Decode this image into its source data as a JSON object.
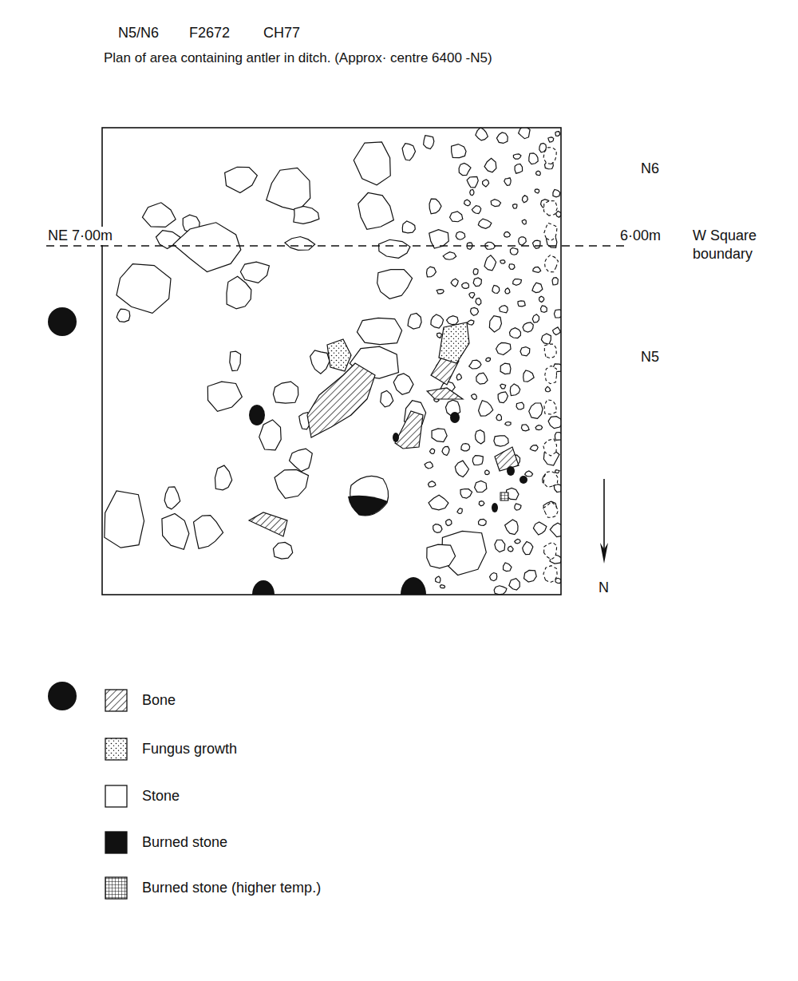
{
  "diagram": {
    "title": "Plan of area containing antler in ditch. (Approx· centre 6400 -N5)",
    "labels": [
      "N5/N6",
      "F2672",
      "CH77",
      "NE 7·00m",
      "6·00m",
      "W Square boundary",
      "N6",
      "N5",
      "N"
    ],
    "legend": [
      {
        "text": "Bone"
      },
      {
        "text": "Fungus growth"
      },
      {
        "text": "Stone"
      },
      {
        "text": "Burned stone",
        "color": "#111111"
      },
      {
        "text": "Burned stone (higher temp.)"
      }
    ]
  }
}
